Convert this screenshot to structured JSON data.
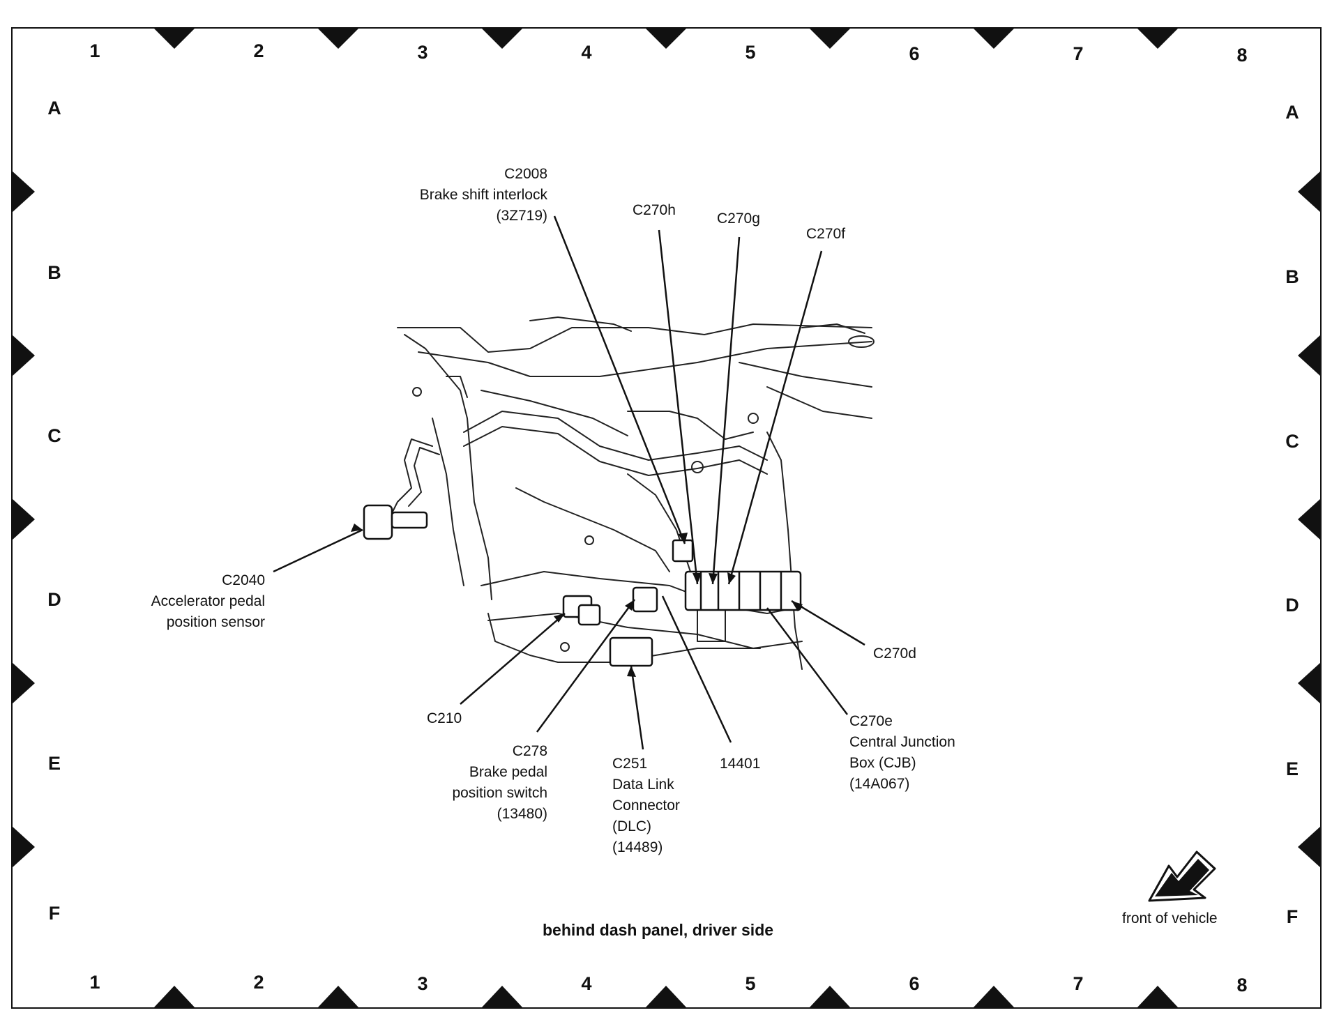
{
  "grid": {
    "columns": [
      "1",
      "2",
      "3",
      "4",
      "5",
      "6",
      "7",
      "8"
    ],
    "rows": [
      "A",
      "B",
      "C",
      "D",
      "E",
      "F"
    ]
  },
  "labels": {
    "c2008": [
      "C2008",
      "Brake shift interlock",
      "(3Z719)"
    ],
    "c270h": [
      "C270h"
    ],
    "c270g": [
      "C270g"
    ],
    "c270f": [
      "C270f"
    ],
    "c2040": [
      "C2040",
      "Accelerator pedal",
      "position sensor"
    ],
    "c270d": [
      "C270d"
    ],
    "c210": [
      "C210"
    ],
    "c278": [
      "C278",
      "Brake pedal",
      "position switch",
      "(13480)"
    ],
    "c251": [
      "C251",
      "Data Link",
      "Connector",
      "(DLC)",
      "(14489)"
    ],
    "n14401": [
      "14401"
    ],
    "c270e": [
      "C270e",
      "Central Junction",
      "Box (CJB)",
      "(14A067)"
    ]
  },
  "caption": "behind dash panel, driver side",
  "orientation": {
    "label": "front of vehicle",
    "icon": "arrow-down-left-icon"
  },
  "colors": {
    "ink": "#111111",
    "paper": "#ffffff"
  }
}
